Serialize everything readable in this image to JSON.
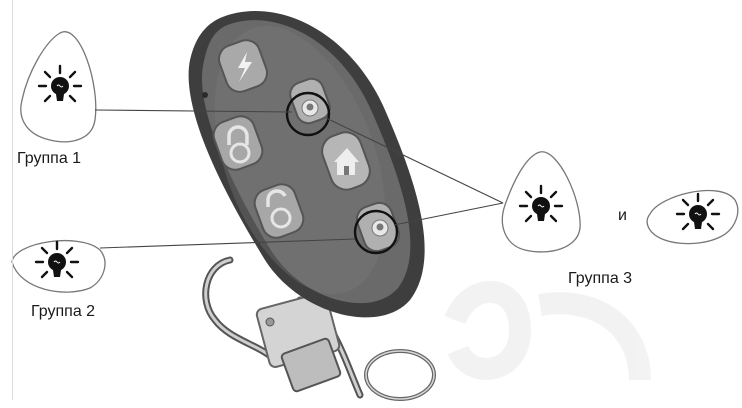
{
  "labels": {
    "group1": "Группа 1",
    "group2": "Группа 2",
    "group3": "Группа 3",
    "conjunction": "и"
  },
  "icons": {
    "remote": "keyfob-remote-icon",
    "bulb": "lightbulb-icon",
    "lightning": "lightning-icon",
    "lock_closed": "lock-closed-icon",
    "lock_open": "lock-open-icon",
    "house": "house-icon"
  },
  "colors": {
    "remote_body": "#5f5f5f",
    "remote_shell": "#4a4a4a",
    "button": "#a7a7a7",
    "line": "#555555"
  }
}
